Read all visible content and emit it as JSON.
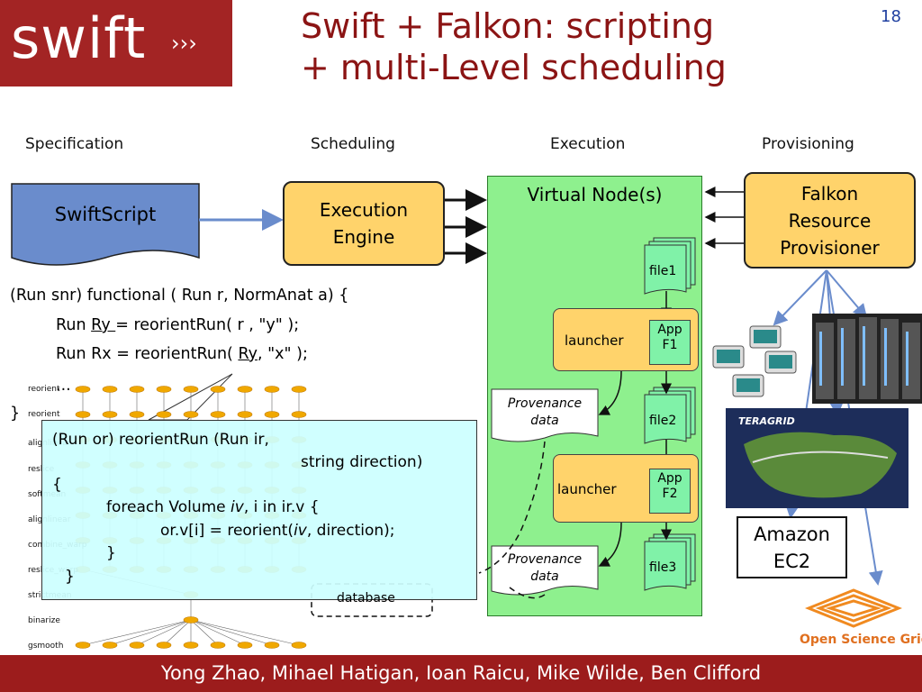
{
  "page_number": "18",
  "logo_text": "swift",
  "title_line1": "Swift + Falkon: scripting",
  "title_line2": "+ multi-Level scheduling",
  "columns": [
    "Specification",
    "Scheduling",
    "Execution",
    "Provisioning"
  ],
  "swiftscript_label": "SwiftScript",
  "engine_label_1": "Execution",
  "engine_label_2": "Engine",
  "vnode_label": "Virtual Node(s)",
  "falkon_lines": [
    "Falkon",
    "Resource",
    "Provisioner"
  ],
  "file_labels": [
    "file1",
    "file2",
    "file3"
  ],
  "launcher_label": "launcher",
  "apps": [
    {
      "line1": "App",
      "line2": "F1"
    },
    {
      "line1": "App",
      "line2": "F2"
    }
  ],
  "provenance": {
    "line1": "Provenance",
    "line2": "data"
  },
  "database_label": "database",
  "code": {
    "line1": "(Run snr) functional ( Run r, NormAnat a) {",
    "line2_pre": "Run ",
    "line2_u": "Ry ",
    "line2_post": "= reorientRun( r , \"y\" );",
    "line3_pre": "Run Rx = reorientRun( ",
    "line3_u": "Ry",
    "line3_post": ", \"x\" );",
    "line4": "...",
    "line5": "}"
  },
  "func": {
    "line1": "(Run or) reorientRun (Run ir,",
    "line2": "string direction)",
    "line3": "{",
    "line4_pre": "foreach Volume ",
    "line4_i1": "iv",
    "line4_post": ", i in ir.v {",
    "line5_pre": "or.v[i] = reorient(",
    "line5_i": "iv",
    "line5_post": ", direction);",
    "line6": "}",
    "line7": "}"
  },
  "stages": [
    "reorient",
    "reorient",
    "alignlinear",
    "reslice",
    "softmean",
    "alignlinear",
    "combine_warp",
    "reslice_warp",
    "strictmean",
    "binarize",
    "gsmooth"
  ],
  "ec2_lines": [
    "Amazon",
    "EC2"
  ],
  "teragrid_label": "TERAGRID",
  "osg_label": "Open Science Grid",
  "footer": "Yong Zhao, Mihael Hatigan, Ioan Raicu, Mike Wilde, Ben Clifford",
  "colors": {
    "maroon": "#9c1c1c",
    "node_green": "#8ef08e",
    "orange_box": "#ffd36b",
    "cyan_box": "#ccffff"
  }
}
